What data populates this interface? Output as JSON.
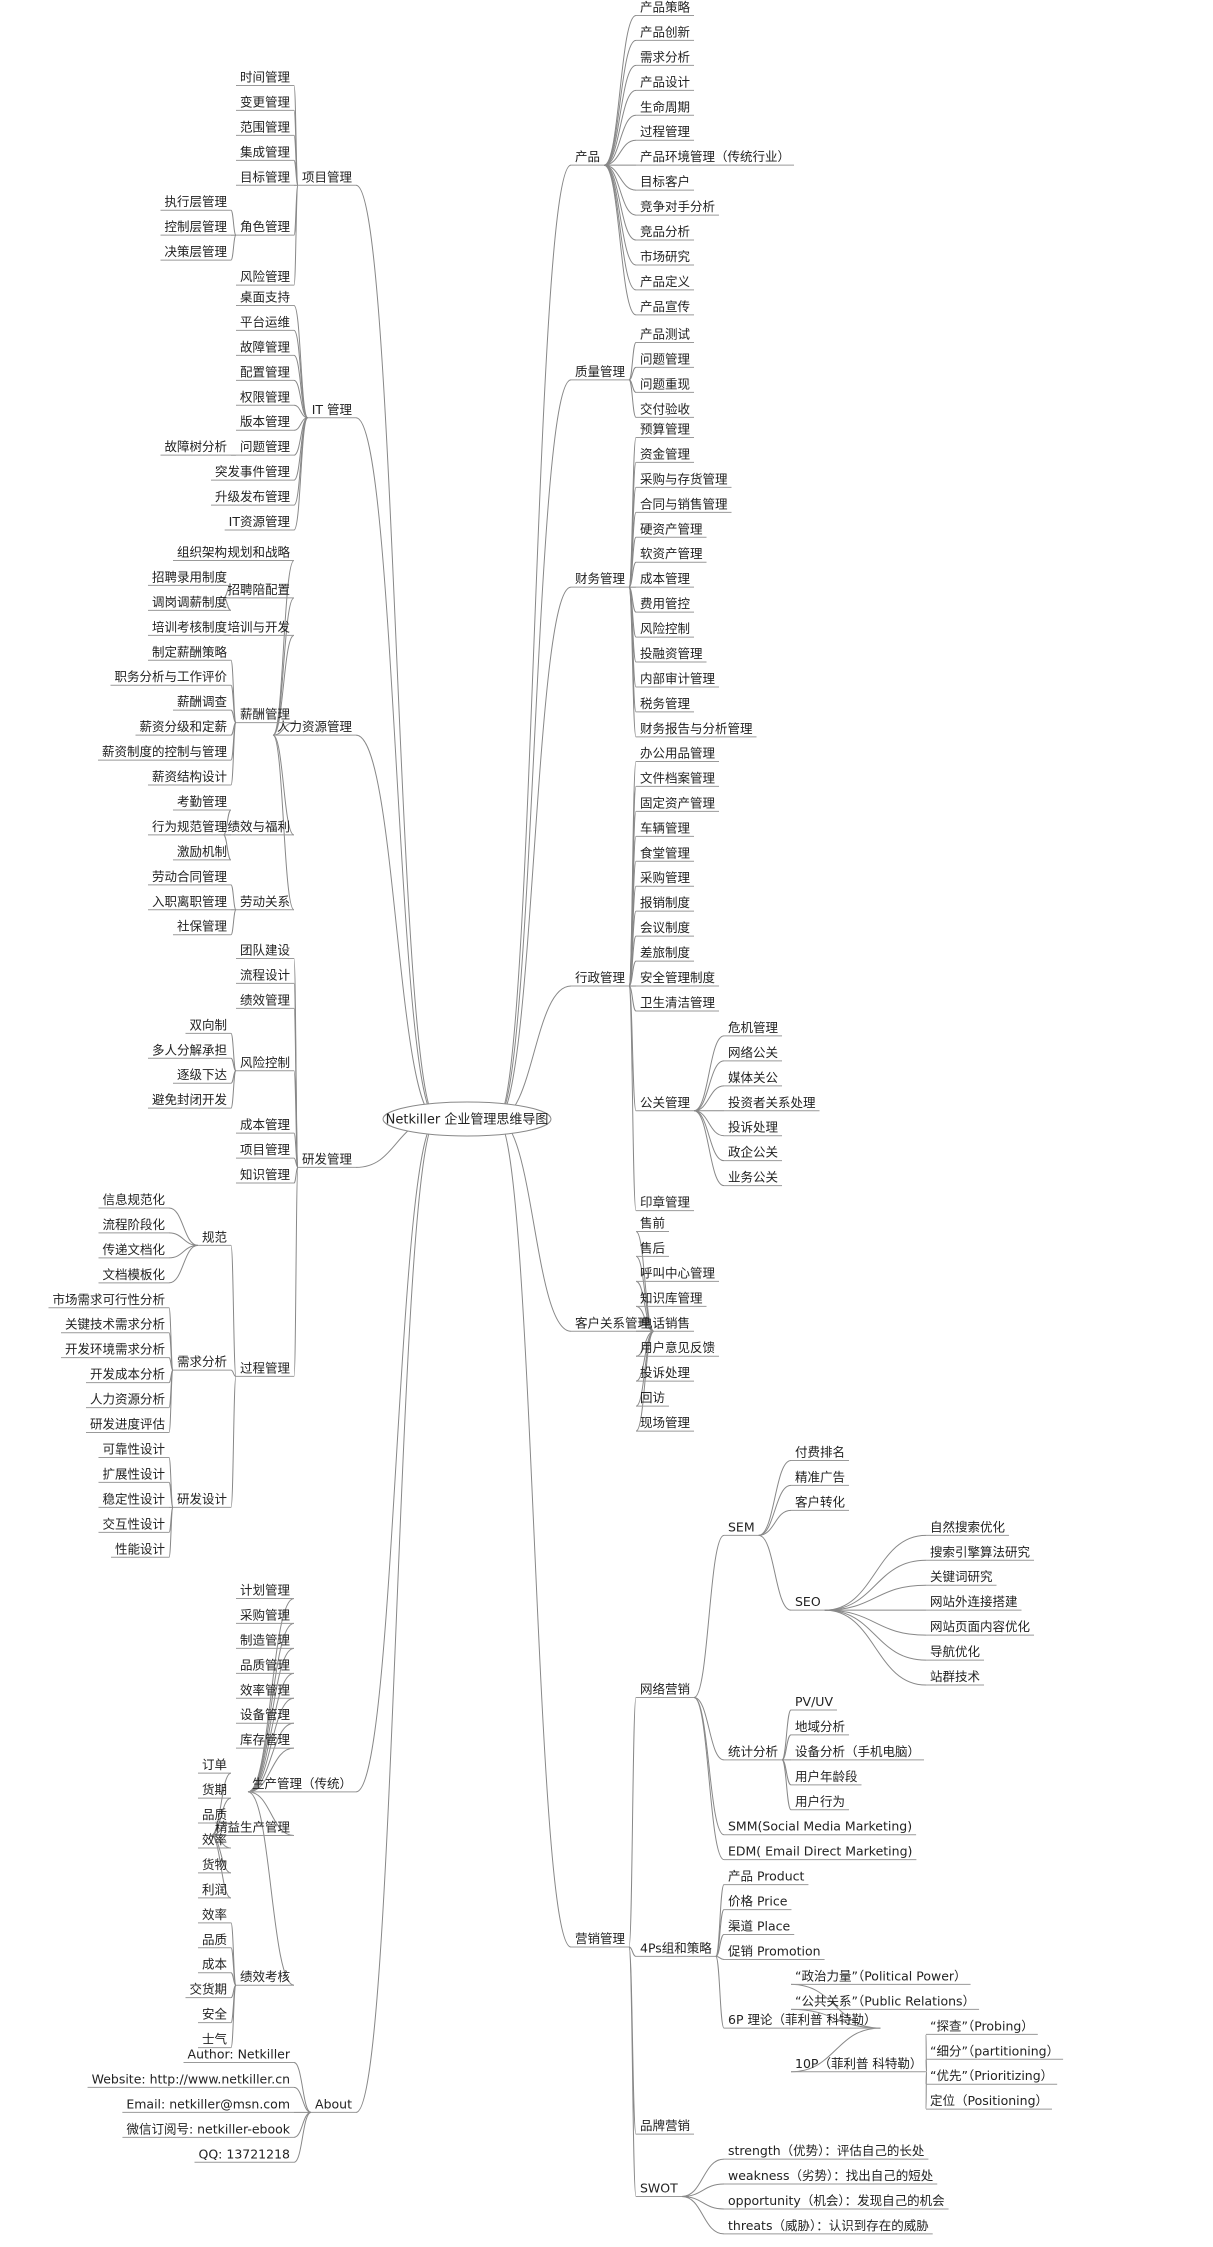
{
  "root": {
    "label": "Netkiller 企业管理思维导图"
  },
  "left": [
    {
      "label": "项目管理",
      "children": [
        {
          "label": "时间管理"
        },
        {
          "label": "变更管理"
        },
        {
          "label": "范围管理"
        },
        {
          "label": "集成管理"
        },
        {
          "label": "目标管理"
        },
        {
          "label": "角色管理",
          "children": [
            {
              "label": "执行层管理"
            },
            {
              "label": "控制层管理"
            },
            {
              "label": "决策层管理"
            }
          ]
        },
        {
          "label": "风险管理"
        }
      ]
    },
    {
      "label": "IT 管理",
      "children": [
        {
          "label": "桌面支持"
        },
        {
          "label": "平台运维"
        },
        {
          "label": "故障管理"
        },
        {
          "label": "配置管理"
        },
        {
          "label": "权限管理"
        },
        {
          "label": "版本管理"
        },
        {
          "label": "问题管理",
          "children": [
            {
              "label": "故障树分析"
            }
          ]
        },
        {
          "label": "突发事件管理"
        },
        {
          "label": "升级发布管理"
        },
        {
          "label": "IT资源管理"
        }
      ]
    },
    {
      "label": "人力资源管理",
      "children": [
        {
          "label": "规划和战略",
          "children": [
            {
              "label": "组织架构"
            }
          ]
        },
        {
          "label": "招聘陪配置",
          "children": [
            {
              "label": "招聘录用制度"
            },
            {
              "label": "调岗调薪制度"
            }
          ]
        },
        {
          "label": "培训与开发",
          "children": [
            {
              "label": "培训考核制度"
            }
          ]
        },
        {
          "label": "薪酬管理",
          "children": [
            {
              "label": "制定薪酬策略"
            },
            {
              "label": "职务分析与工作评价"
            },
            {
              "label": "薪酬调查"
            },
            {
              "label": "薪资分级和定薪"
            },
            {
              "label": "薪资制度的控制与管理"
            },
            {
              "label": "薪资结构设计"
            }
          ]
        },
        {
          "label": "绩效与福利",
          "children": [
            {
              "label": "考勤管理"
            },
            {
              "label": "行为规范管理"
            },
            {
              "label": "激励机制"
            }
          ]
        },
        {
          "label": "劳动关系",
          "children": [
            {
              "label": "劳动合同管理"
            },
            {
              "label": "入职离职管理"
            },
            {
              "label": "社保管理"
            }
          ]
        }
      ]
    },
    {
      "label": "研发管理",
      "children": [
        {
          "label": "团队建设"
        },
        {
          "label": "流程设计"
        },
        {
          "label": "绩效管理"
        },
        {
          "label": "风险控制",
          "children": [
            {
              "label": "双向制"
            },
            {
              "label": "多人分解承担"
            },
            {
              "label": "逐级下达"
            },
            {
              "label": "避免封闭开发"
            }
          ]
        },
        {
          "label": "成本管理"
        },
        {
          "label": "项目管理"
        },
        {
          "label": "知识管理"
        },
        {
          "label": "过程管理",
          "children": [
            {
              "label": "规范",
              "children": [
                {
                  "label": "信息规范化"
                },
                {
                  "label": "流程阶段化"
                },
                {
                  "label": "传递文档化"
                },
                {
                  "label": "文档模板化"
                }
              ]
            },
            {
              "label": "需求分析",
              "children": [
                {
                  "label": "市场需求可行性分析"
                },
                {
                  "label": "关键技术需求分析"
                },
                {
                  "label": "开发环境需求分析"
                },
                {
                  "label": "开发成本分析"
                },
                {
                  "label": "人力资源分析"
                },
                {
                  "label": "研发进度评估"
                }
              ]
            },
            {
              "label": "研发设计",
              "children": [
                {
                  "label": "可靠性设计"
                },
                {
                  "label": "扩展性设计"
                },
                {
                  "label": "稳定性设计"
                },
                {
                  "label": "交互性设计"
                },
                {
                  "label": "性能设计"
                }
              ]
            }
          ]
        }
      ]
    },
    {
      "label": "生产管理（传统）",
      "children": [
        {
          "label": "计划管理"
        },
        {
          "label": "采购管理"
        },
        {
          "label": "制造管理"
        },
        {
          "label": "品质管理"
        },
        {
          "label": "效率管理"
        },
        {
          "label": "设备管理"
        },
        {
          "label": "库存管理"
        },
        {
          "label": "精益生产管理",
          "children": [
            {
              "label": "订单"
            },
            {
              "label": "货期"
            },
            {
              "label": "品质"
            },
            {
              "label": "效率"
            },
            {
              "label": "货物"
            },
            {
              "label": "利润"
            }
          ]
        },
        {
          "label": "绩效考核",
          "children": [
            {
              "label": "效率"
            },
            {
              "label": "品质"
            },
            {
              "label": "成本"
            },
            {
              "label": "交货期"
            },
            {
              "label": "安全"
            },
            {
              "label": "士气"
            }
          ]
        }
      ]
    },
    {
      "label": "About",
      "children": [
        {
          "label": "Author: Netkiller"
        },
        {
          "label": "Website: http://www.netkiller.cn"
        },
        {
          "label": "Email: netkiller@msn.com"
        },
        {
          "label": "微信订阅号: netkiller-ebook"
        },
        {
          "label": "QQ: 13721218"
        }
      ]
    }
  ],
  "right": [
    {
      "label": "产品",
      "children": [
        {
          "label": "产品策略"
        },
        {
          "label": "产品创新"
        },
        {
          "label": "需求分析"
        },
        {
          "label": "产品设计"
        },
        {
          "label": "生命周期"
        },
        {
          "label": "过程管理"
        },
        {
          "label": "产品环境管理（传统行业）"
        },
        {
          "label": "目标客户"
        },
        {
          "label": "竞争对手分析"
        },
        {
          "label": "竞品分析"
        },
        {
          "label": "市场研究"
        },
        {
          "label": "产品定义"
        },
        {
          "label": "产品宣传"
        }
      ]
    },
    {
      "label": "质量管理",
      "children": [
        {
          "label": "产品测试"
        },
        {
          "label": "问题管理"
        },
        {
          "label": "问题重现"
        },
        {
          "label": "交付验收"
        }
      ]
    },
    {
      "label": "财务管理",
      "children": [
        {
          "label": "预算管理"
        },
        {
          "label": "资金管理"
        },
        {
          "label": "采购与存货管理"
        },
        {
          "label": "合同与销售管理"
        },
        {
          "label": "硬资产管理"
        },
        {
          "label": "软资产管理"
        },
        {
          "label": "成本管理"
        },
        {
          "label": "费用管控"
        },
        {
          "label": "风险控制"
        },
        {
          "label": "投融资管理"
        },
        {
          "label": "内部审计管理"
        },
        {
          "label": "税务管理"
        },
        {
          "label": "财务报告与分析管理"
        }
      ]
    },
    {
      "label": "行政管理",
      "children": [
        {
          "label": "办公用品管理"
        },
        {
          "label": "文件档案管理"
        },
        {
          "label": "固定资产管理"
        },
        {
          "label": "车辆管理"
        },
        {
          "label": "食堂管理"
        },
        {
          "label": "采购管理"
        },
        {
          "label": "报销制度"
        },
        {
          "label": "会议制度"
        },
        {
          "label": "差旅制度"
        },
        {
          "label": "安全管理制度"
        },
        {
          "label": "卫生清洁管理"
        },
        {
          "label": "公关管理",
          "children": [
            {
              "label": "危机管理"
            },
            {
              "label": "网络公关"
            },
            {
              "label": "媒体关公"
            },
            {
              "label": "投资者关系处理"
            },
            {
              "label": "投诉处理"
            },
            {
              "label": "政企公关"
            },
            {
              "label": "业务公关"
            }
          ]
        },
        {
          "label": "印章管理"
        }
      ]
    },
    {
      "label": "客户关系管理",
      "children": [
        {
          "label": "售前"
        },
        {
          "label": "售后"
        },
        {
          "label": "呼叫中心管理"
        },
        {
          "label": "知识库管理"
        },
        {
          "label": "电话销售"
        },
        {
          "label": "用户意见反馈"
        },
        {
          "label": "投诉处理"
        },
        {
          "label": "回访"
        },
        {
          "label": "现场管理"
        }
      ]
    },
    {
      "label": "营销管理",
      "children": [
        {
          "label": "网络营销",
          "children": [
            {
              "label": "SEM",
              "children": [
                {
                  "label": "付费排名"
                },
                {
                  "label": "精准广告"
                },
                {
                  "label": "客户转化"
                },
                {
                  "label": "SEO",
                  "children": [
                    {
                      "label": "自然搜索优化"
                    },
                    {
                      "label": "搜索引擎算法研究"
                    },
                    {
                      "label": "关键词研究"
                    },
                    {
                      "label": "网站外连接搭建"
                    },
                    {
                      "label": "网站页面内容优化"
                    },
                    {
                      "label": "导航优化"
                    },
                    {
                      "label": "站群技术"
                    }
                  ]
                }
              ]
            },
            {
              "label": "统计分析",
              "children": [
                {
                  "label": "PV/UV"
                },
                {
                  "label": "地域分析"
                },
                {
                  "label": "设备分析（手机电脑）"
                },
                {
                  "label": "用户年龄段"
                },
                {
                  "label": "用户行为"
                }
              ]
            },
            {
              "label": "SMM(Social Media Marketing)"
            },
            {
              "label": "EDM( Email Direct Marketing)"
            }
          ]
        },
        {
          "label": "4Ps组和策略",
          "children": [
            {
              "label": "产品 Product"
            },
            {
              "label": "价格 Price"
            },
            {
              "label": "渠道 Place"
            },
            {
              "label": "促销 Promotion"
            },
            {
              "label": "6P 理论（菲利普 科特勒）",
              "children": [
                {
                  "label": "“政治力量”（Political Power）"
                },
                {
                  "label": "“公共关系”（Public Relations）"
                },
                {
                  "label": "10P（菲利普 科特勒）",
                  "children": [
                    {
                      "label": "“探查”（Probing）"
                    },
                    {
                      "label": "“细分”（partitioning）"
                    },
                    {
                      "label": "“优先”（Prioritizing）"
                    },
                    {
                      "label": "定位（Positioning）"
                    }
                  ]
                }
              ]
            }
          ]
        },
        {
          "label": "品牌营销"
        },
        {
          "label": "SWOT",
          "children": [
            {
              "label": "strength（优势）：评估自己的长处"
            },
            {
              "label": "weakness（劣势）：找出自己的短处"
            },
            {
              "label": "opportunity（机会）：发现自己的机会"
            },
            {
              "label": "threats（威胁）：认识到存在的威胁"
            }
          ]
        }
      ]
    }
  ]
}
